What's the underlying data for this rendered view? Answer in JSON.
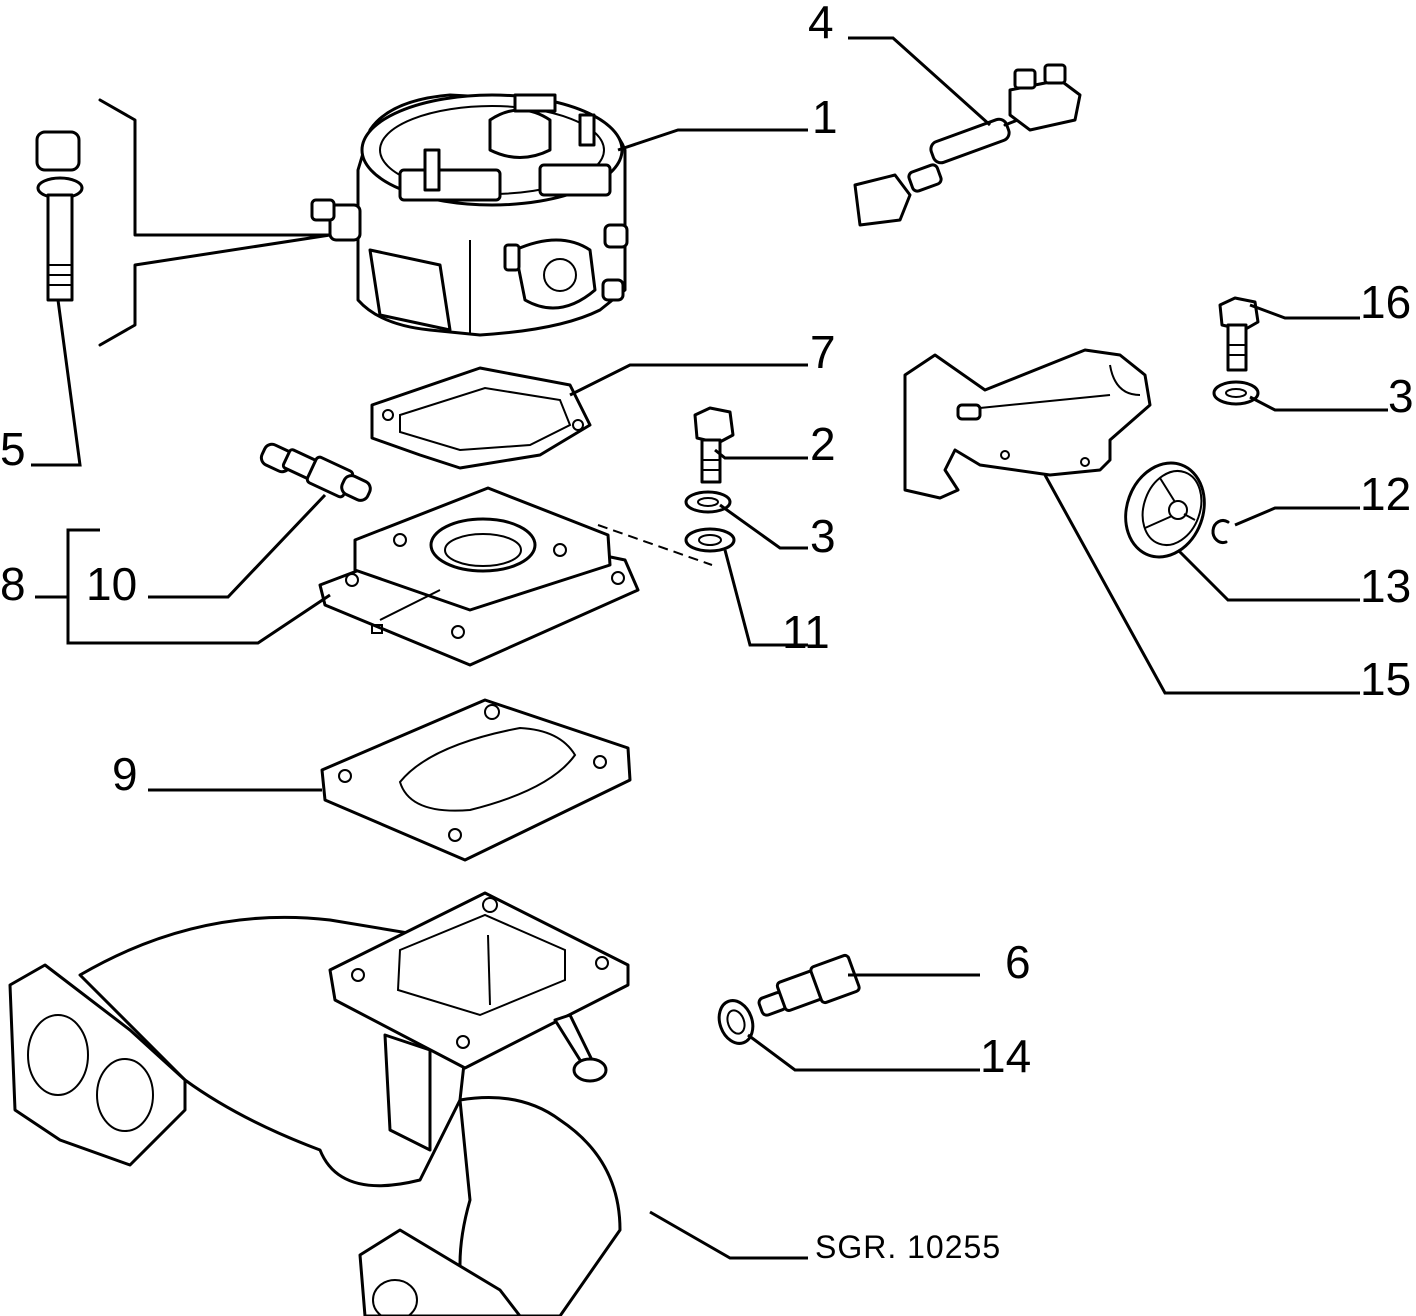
{
  "callouts": {
    "c1": "1",
    "c2": "2",
    "c3a": "3",
    "c3b": "3",
    "c4": "4",
    "c5": "5",
    "c6": "6",
    "c7": "7",
    "c8": "8",
    "c9": "9",
    "c10": "10",
    "c11": "11",
    "c12": "12",
    "c13": "13",
    "c14": "14",
    "c15": "15",
    "c16": "16"
  },
  "reference": "SGR. 10255"
}
